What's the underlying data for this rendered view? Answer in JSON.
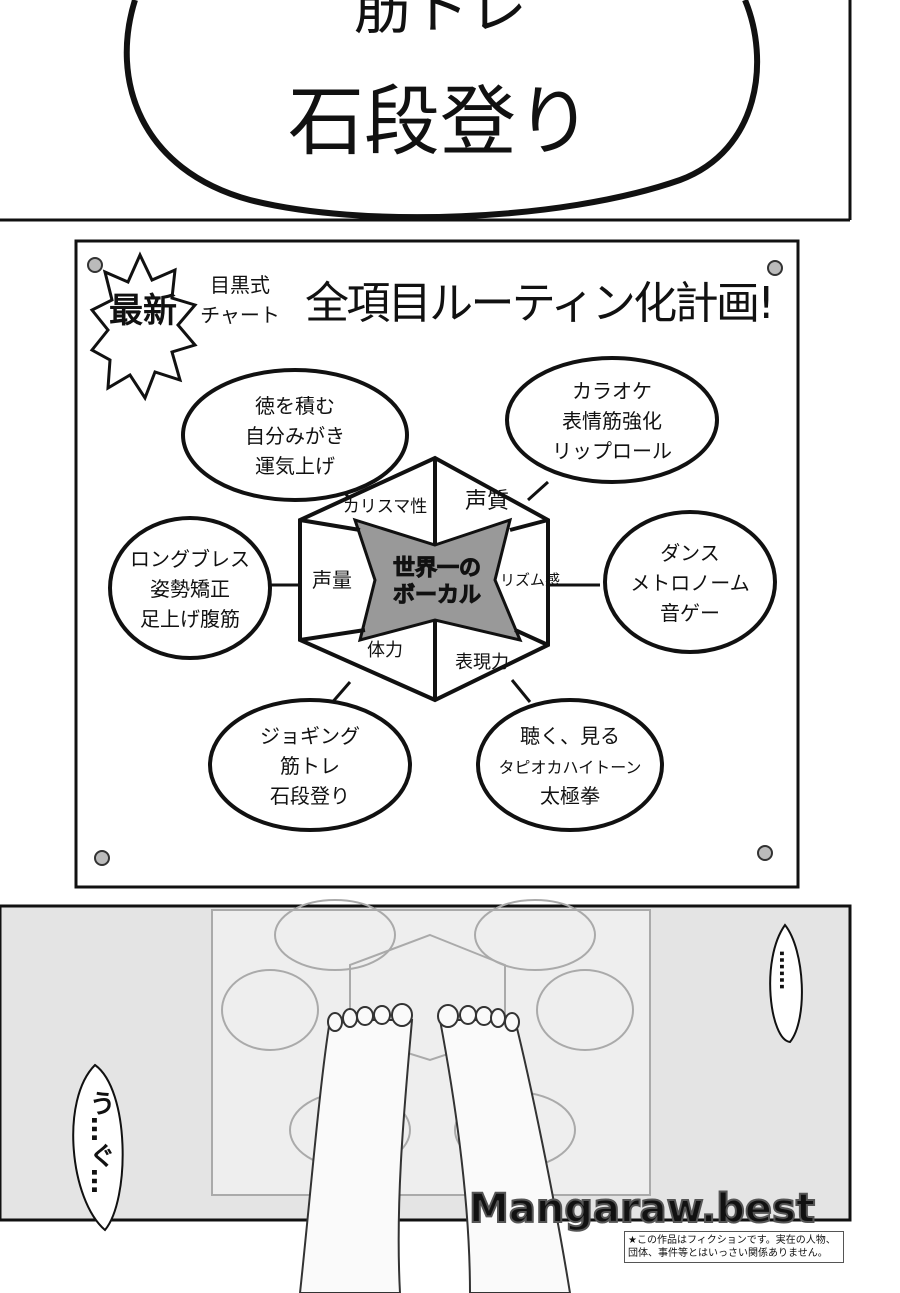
{
  "top_panel": {
    "line1": "筋トレ",
    "line2": "石段登り"
  },
  "poster": {
    "badge": "最新",
    "subtitle_line1": "目黒式",
    "subtitle_line2": "チャート",
    "title": "全項目ルーティン化計画!",
    "center_line1": "世界一の",
    "center_line2": "ボーカル",
    "segments": [
      "カリスマ性",
      "声質",
      "リズム感",
      "表現力",
      "体力",
      "声量"
    ],
    "bubbles": [
      {
        "lines": [
          "徳を積む",
          "自分みがき",
          "運気上げ"
        ]
      },
      {
        "lines": [
          "カラオケ",
          "表情筋強化",
          "リップロール"
        ]
      },
      {
        "lines": [
          "ロングブレス",
          "姿勢矯正",
          "足上げ腹筋"
        ]
      },
      {
        "lines": [
          "ダンス",
          "メトロノーム",
          "音ゲー"
        ]
      },
      {
        "lines": [
          "ジョギング",
          "筋トレ",
          "石段登り"
        ]
      },
      {
        "lines": [
          "聴く、見る",
          "タピオカハイトーン",
          "太極拳"
        ]
      }
    ]
  },
  "bottom_panel": {
    "bubble_right": "……",
    "bubble_left": "う…ぐ…",
    "watermark": "Mangaraw.best",
    "disclaimer": "★この作品はフィクションです。実在の人物、団体、事件等とはいっさい関係ありません。"
  }
}
